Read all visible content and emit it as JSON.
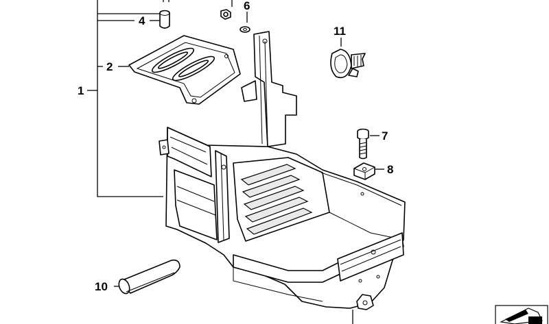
{
  "callouts": {
    "c1": "1",
    "c2": "2",
    "c4": "4",
    "c6": "6",
    "c7": "7",
    "c8": "8",
    "c10": "10",
    "c11": "11"
  },
  "icons": {
    "corner": "arrow-symbol-icon"
  }
}
